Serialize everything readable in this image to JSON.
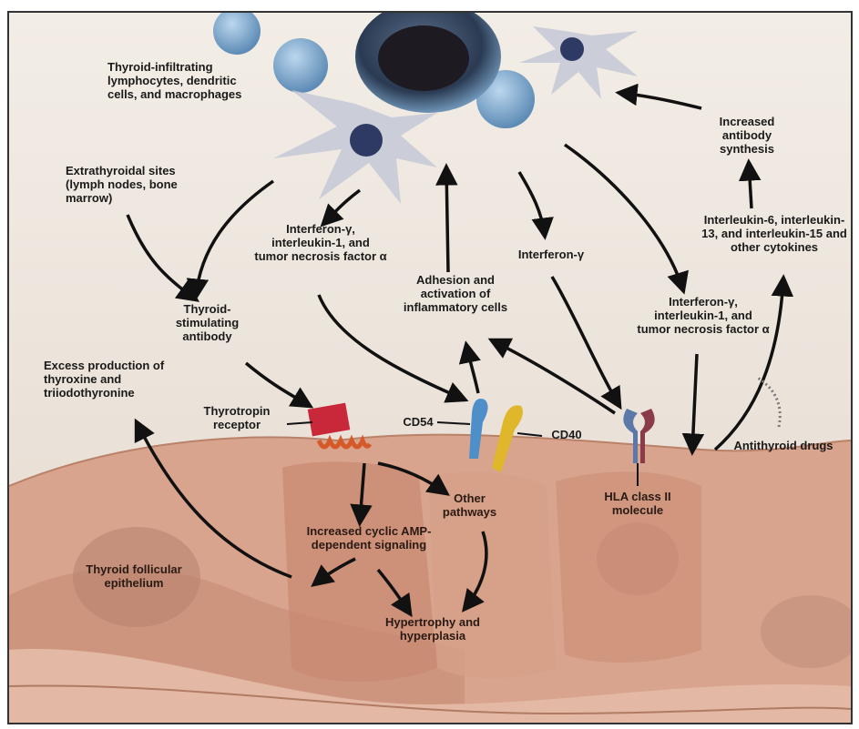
{
  "labels": {
    "infiltrating_cells": "Thyroid-infiltrating lymphocytes, dendritic cells, and macrophages",
    "extrathyroidal_sites": "Extrathyroidal sites (lymph nodes, bone marrow)",
    "tsab": "Thyroid-stimulating antibody",
    "excess_production": "Excess production of thyroxine and triiodothyronine",
    "thyrotropin_receptor": "Thyrotropin receptor",
    "ifn_il1_tnf_left": "Interferon-γ, interleukin-1, and tumor necrosis factor α",
    "adhesion": "Adhesion and activation of inflammatory cells",
    "ifn_gamma": "Interferon-γ",
    "ifn_il1_tnf_right": "Interferon-γ, interleukin-1, and tumor necrosis factor α",
    "increased_antibody": "Increased antibody synthesis",
    "cytokines": "Interleukin-6, interleukin-13, and interleukin-15 and other cytokines",
    "cd54": "CD54",
    "cd40": "CD40",
    "antithyroid_drugs": "Antithyroid drugs",
    "other_pathways": "Other pathways",
    "camp_signaling": "Increased cyclic AMP-dependent signaling",
    "hla_class2": "HLA class II molecule",
    "follicular_epithelium": "Thyroid follicular epithelium",
    "hypertrophy": "Hypertrophy and hyperplasia"
  },
  "colors": {
    "tissue": "#d9a48e",
    "tissue_dark": "#b98168",
    "cell_blue": "#6f9fc6",
    "nucleus": "#2c3551",
    "receptor": "#c8283a",
    "cd54": "#4f8fc9",
    "cd40": "#e0b62a",
    "hla": "#5a79a8"
  }
}
